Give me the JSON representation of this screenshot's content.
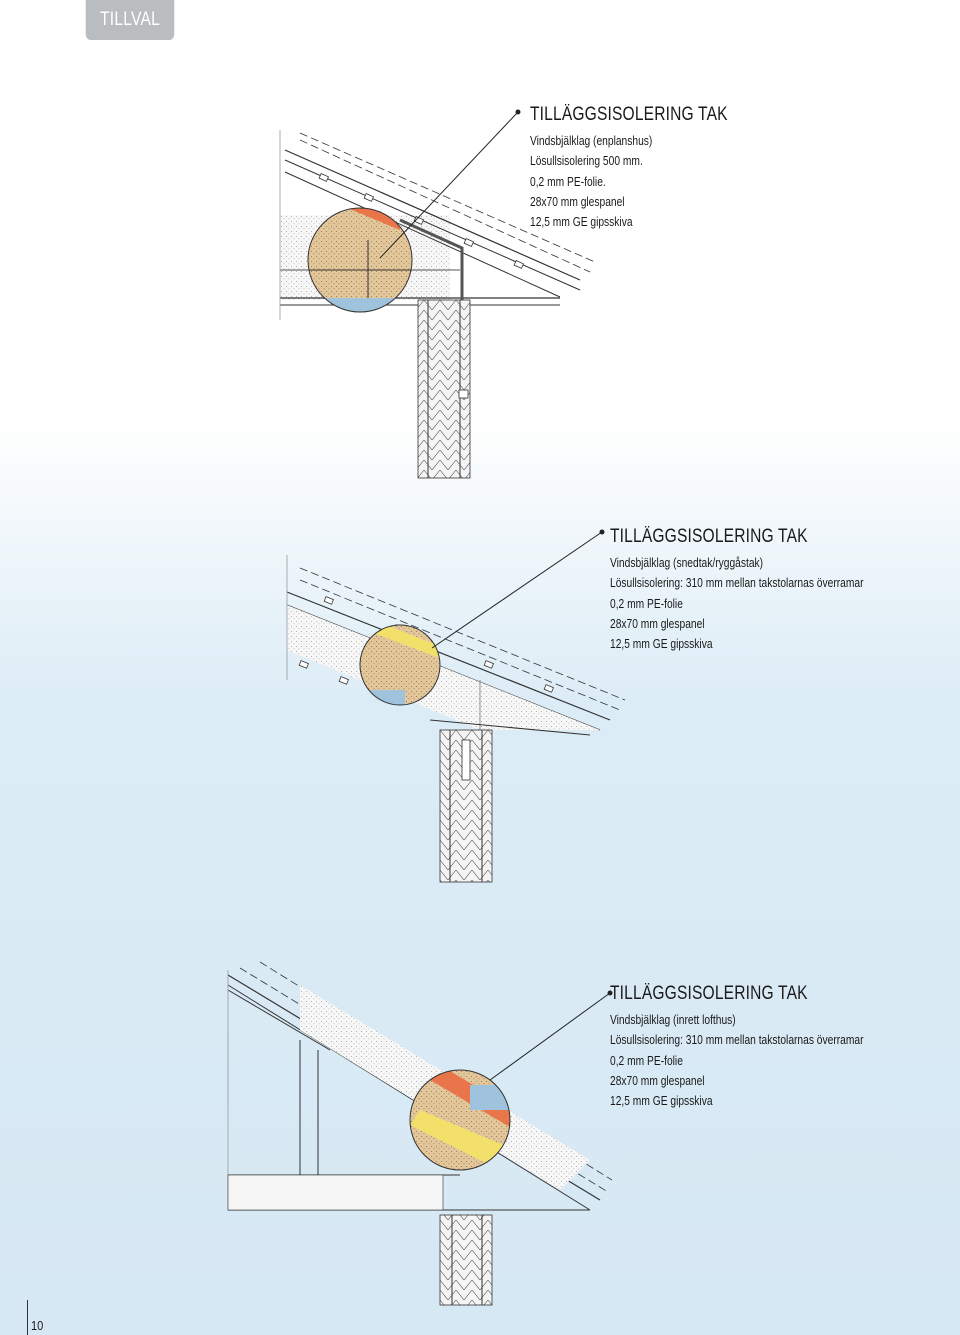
{
  "tab": {
    "label": "TILLVAL"
  },
  "details": [
    {
      "title": "TILLÄGGSISOLERING TAK",
      "lines": [
        "Vindsbjälklag (enplanshus)",
        "Lösullsisolering 500 mm.",
        "0,2 mm PE-folie.",
        "28x70 mm glespanel",
        "12,5 mm GE gipsskiva"
      ]
    },
    {
      "title": "TILLÄGGSISOLERING TAK",
      "lines": [
        "Vindsbjälklag (snedtak/ryggåstak)",
        "Lösullsisolering: 310 mm mellan takstolarnas överramar",
        "0,2 mm PE-folie",
        "28x70 mm glespanel",
        "12,5 mm GE gipsskiva"
      ]
    },
    {
      "title": "TILLÄGGSISOLERING TAK",
      "lines": [
        "Vindsbjälklag (inrett lofthus)",
        "Lösullsisolering: 310 mm mellan takstolarnas överramar",
        "0,2 mm PE-folie",
        "28x70 mm glespanel",
        "12,5 mm GE gipsskiva"
      ]
    }
  ],
  "page_number": "10",
  "colors": {
    "insulation_circle": "#e3c79a",
    "wood_yellow": "#f2e06b",
    "foil_blue": "#9fc3dc",
    "membrane_orange": "#e8764a",
    "line": "#3a3a3a"
  }
}
